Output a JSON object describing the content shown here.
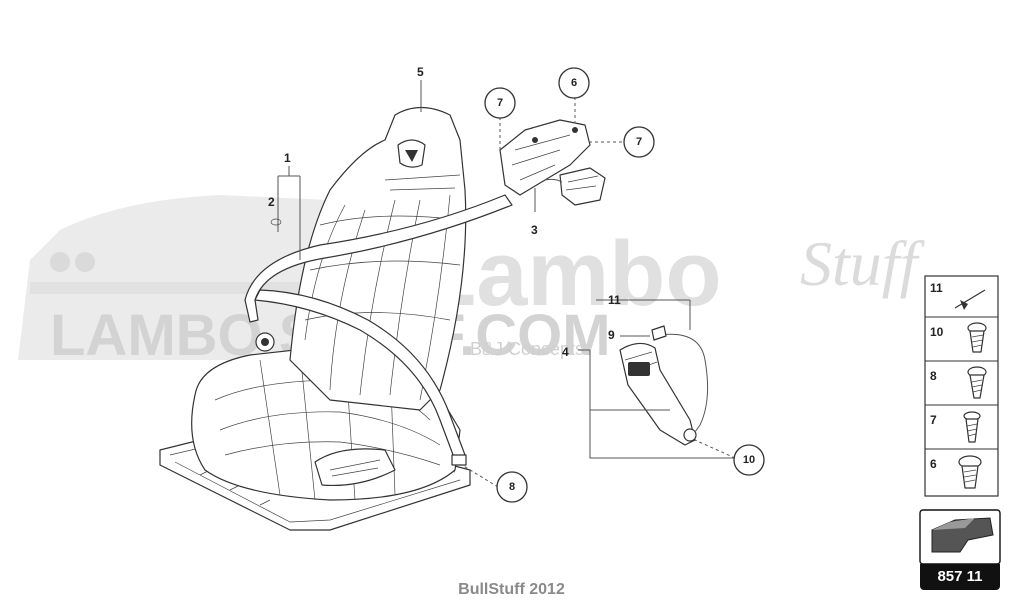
{
  "diagram": {
    "callouts": [
      "1",
      "2",
      "3",
      "4",
      "5",
      "6",
      "7",
      "7",
      "8",
      "9",
      "10",
      "11"
    ],
    "legend": [
      {
        "num": "11",
        "part": "clip"
      },
      {
        "num": "10",
        "part": "screw"
      },
      {
        "num": "8",
        "part": "bolt"
      },
      {
        "num": "7",
        "part": "bolt"
      },
      {
        "num": "6",
        "part": "bolt"
      }
    ],
    "reference_number": "857 11"
  },
  "watermark": {
    "brand_main": "LAMBO STUFF.COM",
    "brand_overlay": "Lambo",
    "brand_script": "Stuff",
    "brand_sub": "B&J Concepts"
  },
  "footer": "BullStuff 2012"
}
